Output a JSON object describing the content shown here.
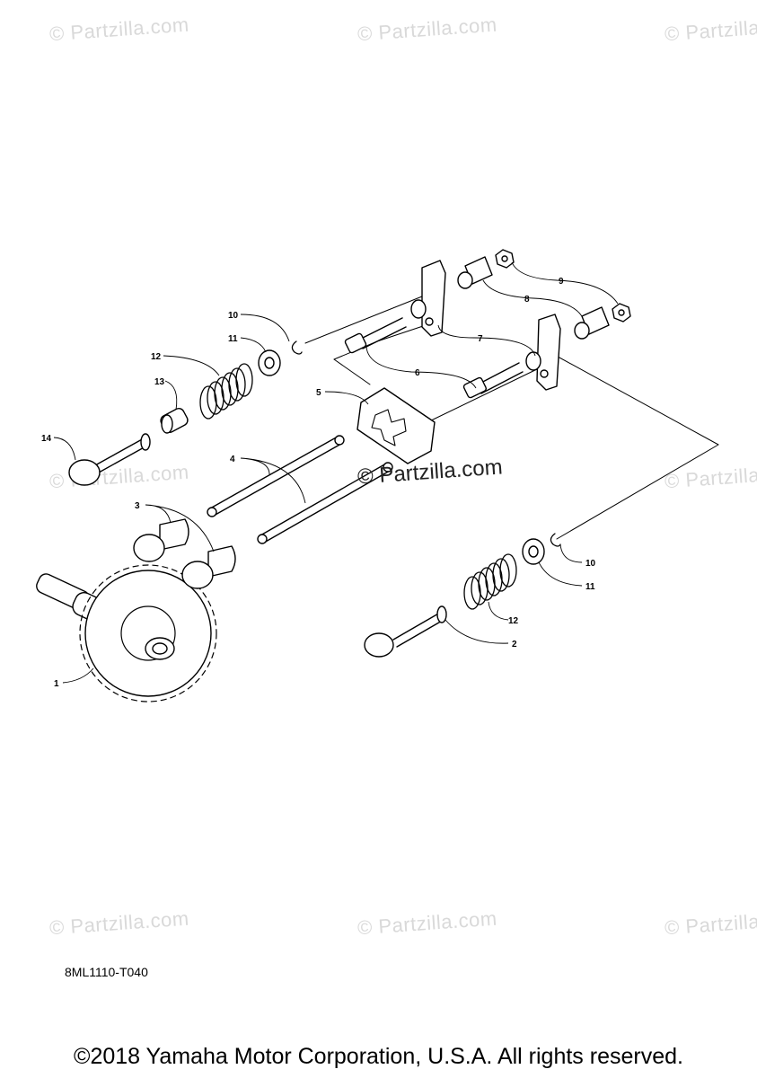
{
  "watermark": "© Partzilla.com",
  "center_watermark": "© Partzilla.com",
  "diagram_code": "8ML1110-T040",
  "copyright": "©2018 Yamaha Motor Corporation, U.S.A. All rights reserved.",
  "callouts": {
    "c1": "1",
    "c2": "2",
    "c3": "3",
    "c4": "4",
    "c5": "5",
    "c6": "6",
    "c7": "7",
    "c8": "8",
    "c9": "9",
    "c10a": "10",
    "c10b": "10",
    "c11a": "11",
    "c11b": "11",
    "c12a": "12",
    "c12b": "12",
    "c13": "13",
    "c14": "14"
  }
}
